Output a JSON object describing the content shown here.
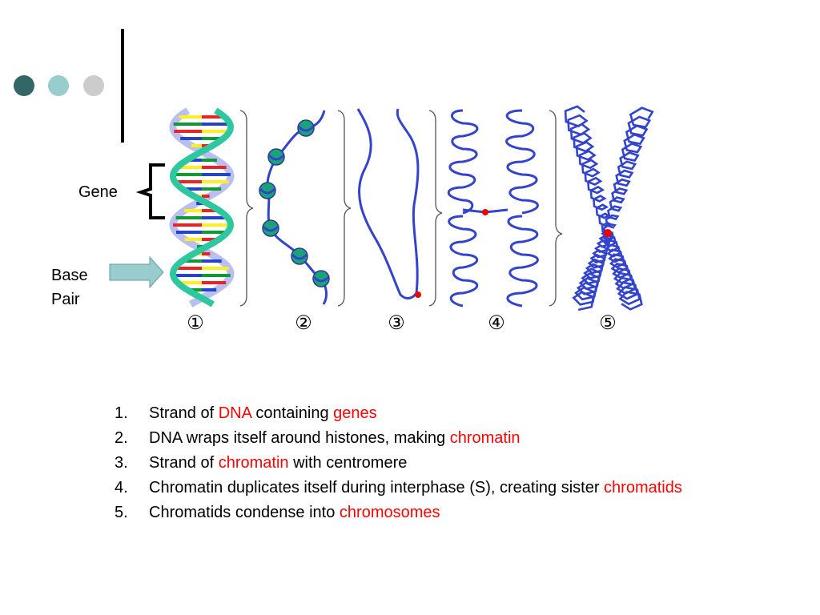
{
  "decor": {
    "dot_colors": [
      "#336666",
      "#99cccc",
      "#cccccc"
    ]
  },
  "labels": {
    "gene": "Gene",
    "base_pair": "Base\nPair"
  },
  "stage_numbers": [
    "①",
    "②",
    "③",
    "④",
    "⑤"
  ],
  "colors": {
    "strand": "#3344cc",
    "centromere": "#ee0000",
    "histone": "#1aa37a",
    "helix_backbone": "#2dc7a0",
    "helix_backbone_back": "#b9bff0",
    "highlight": "#ff0000",
    "arrow_fill": "#99cccc"
  },
  "captions": [
    {
      "num": "1.",
      "parts": [
        {
          "text": "Strand of "
        },
        {
          "text": "DNA",
          "hl": true
        },
        {
          "text": " containing "
        },
        {
          "text": "genes",
          "hl": true
        }
      ]
    },
    {
      "num": "2.",
      "parts": [
        {
          "text": "DNA wraps itself around histones, making "
        },
        {
          "text": "chromatin",
          "hl": true
        }
      ]
    },
    {
      "num": "3.",
      "parts": [
        {
          "text": "Strand of "
        },
        {
          "text": "chromatin",
          "hl": true
        },
        {
          "text": " with centromere"
        }
      ]
    },
    {
      "num": "4.",
      "parts": [
        {
          "text": "Chromatin duplicates itself during interphase (S), creating sister "
        },
        {
          "text": "chromatids",
          "hl": true
        }
      ]
    },
    {
      "num": "5.",
      "parts": [
        {
          "text": "Chromatids condense into "
        },
        {
          "text": "chromosomes",
          "hl": true
        }
      ]
    }
  ]
}
